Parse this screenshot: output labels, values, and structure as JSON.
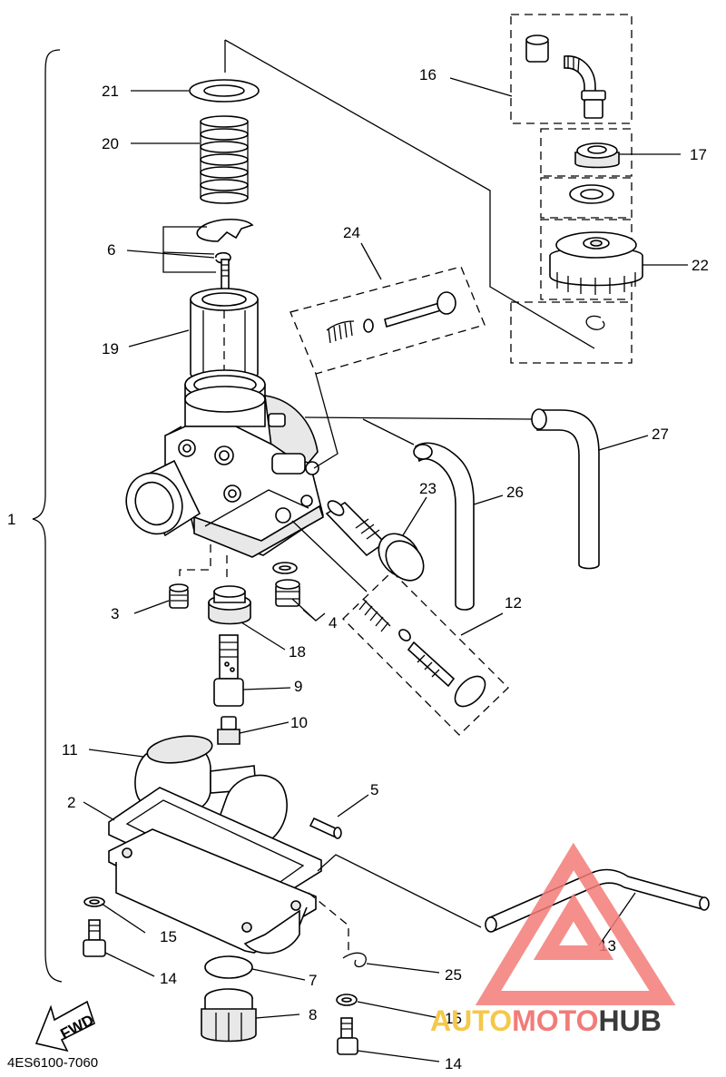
{
  "diagram": {
    "code": "4ES6100-7060",
    "fwd_label": "FWD",
    "callouts": {
      "c1": "1",
      "c2": "2",
      "c3": "3",
      "c4": "4",
      "c5": "5",
      "c6": "6",
      "c7": "7",
      "c8": "8",
      "c9": "9",
      "c10": "10",
      "c11": "11",
      "c12": "12",
      "c13": "13",
      "c14a": "14",
      "c14b": "14",
      "c15a": "15",
      "c15b": "15",
      "c16": "16",
      "c17": "17",
      "c18": "18",
      "c19": "19",
      "c20": "20",
      "c21": "21",
      "c22": "22",
      "c23": "23",
      "c24": "24",
      "c25": "25",
      "c26": "26",
      "c27": "27"
    }
  },
  "watermark": {
    "part1": "AUTO",
    "part2": "MOTO",
    "part3": "HUB",
    "color_primary": "#f27b78",
    "color_secondary": "#f5c84a",
    "color_dark": "#3a3a3a"
  }
}
